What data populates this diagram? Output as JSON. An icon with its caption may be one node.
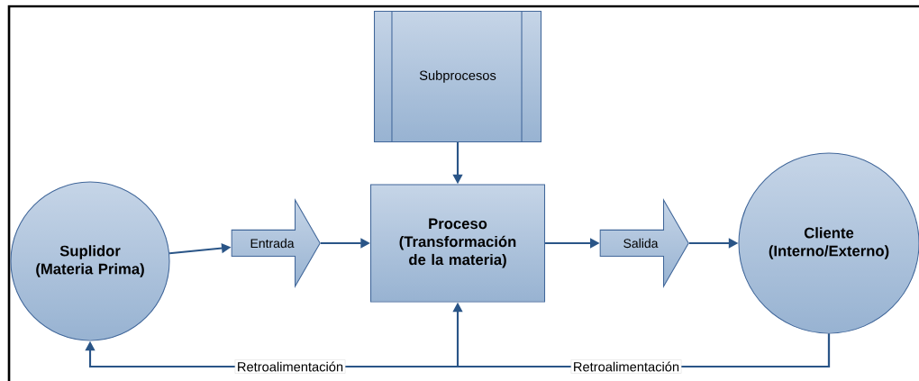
{
  "diagram": {
    "nodes": [
      {
        "text": [
          "Subprocesos"
        ]
      },
      {
        "text": [
          "Suplidor (Materia Prima)"
        ]
      },
      {
        "text": [
          "Entrada"
        ]
      },
      {
        "text": [
          "Proceso (Transformación de la materia)"
        ]
      },
      {
        "text": [
          "Salida"
        ]
      },
      {
        "text": [
          "Cliente (Interno/Externo)"
        ]
      }
    ],
    "edges": [
      {
        "from": 0,
        "to": 3,
        "arrow": "to"
      },
      {
        "from": 1,
        "to": 2,
        "arrow": "to"
      },
      {
        "from": 2,
        "to": 3,
        "arrow": "to"
      },
      {
        "from": 3,
        "to": 4,
        "arrow": "to"
      },
      {
        "from": 4,
        "to": 5,
        "arrow": "to"
      },
      {
        "from": 5,
        "to": 1,
        "arrow": "to",
        "label": "Retroalimentación"
      },
      {
        "from": 5,
        "to": 3,
        "arrow": "to",
        "label": "Retroalimentación"
      }
    ]
  }
}
